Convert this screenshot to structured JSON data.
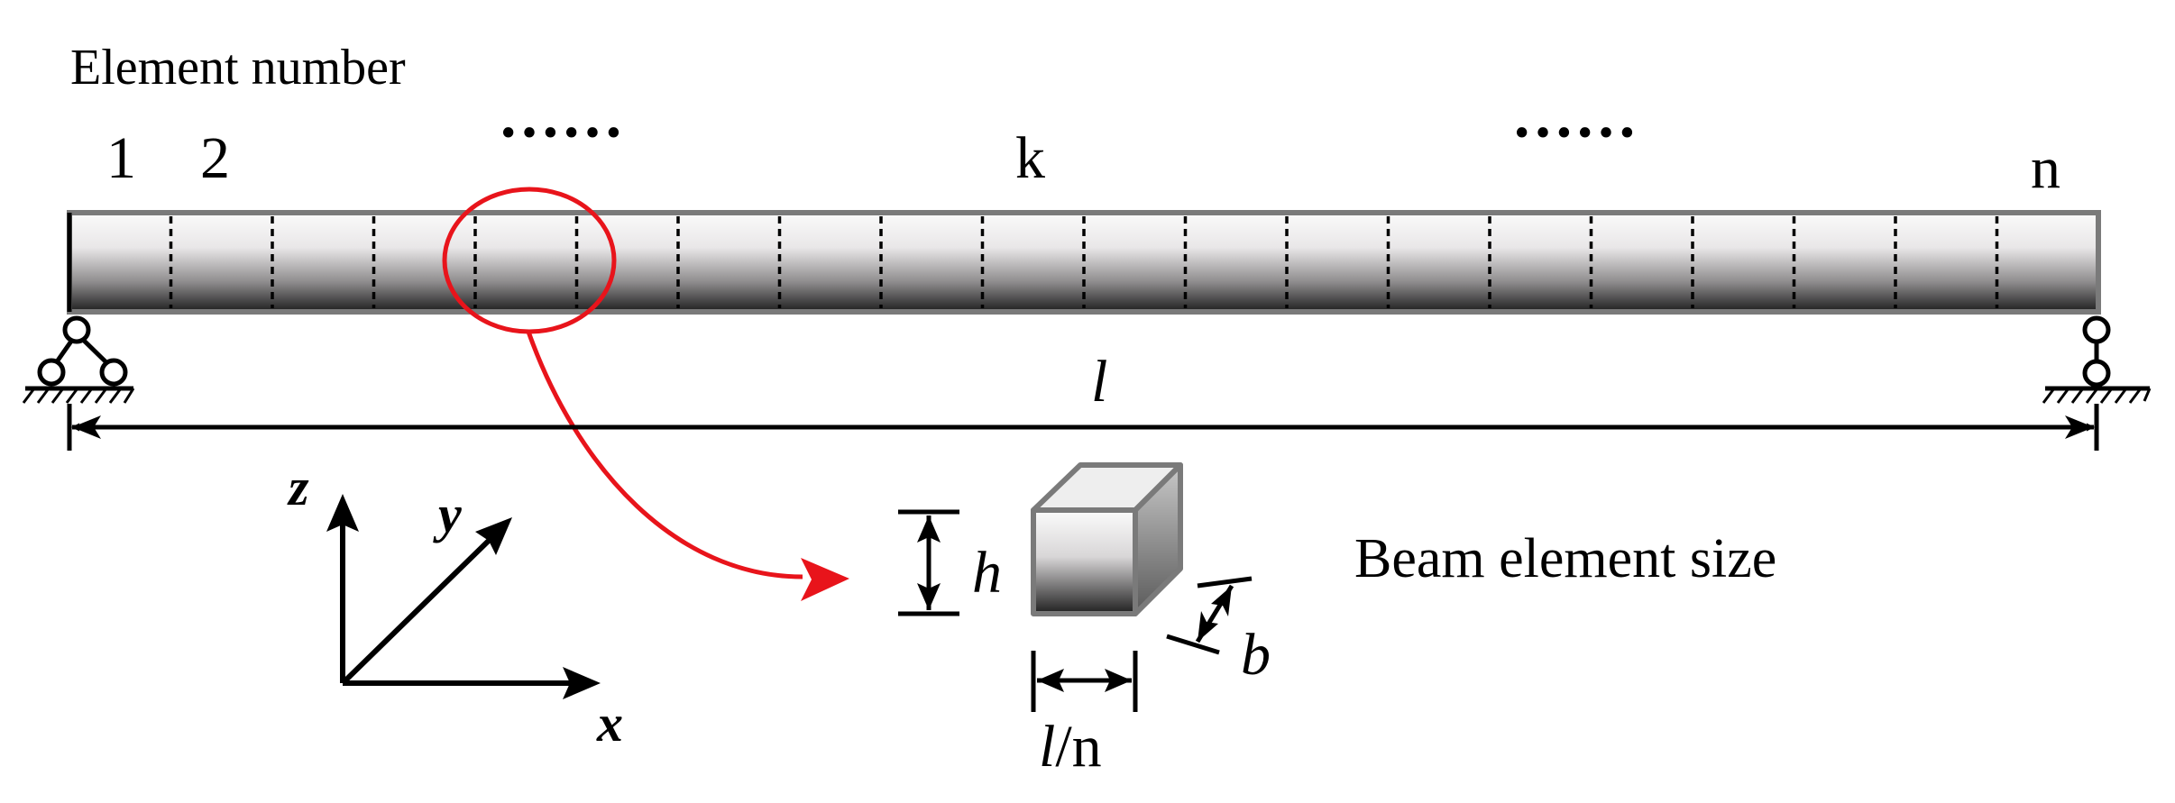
{
  "labels": {
    "element_number": "Element number",
    "elem_first": "1",
    "elem_second": "2",
    "elem_middle": "k",
    "elem_last": "n",
    "dots_left": "······",
    "dots_right": "······",
    "beam_length": "l",
    "axis_z": "z",
    "axis_y": "y",
    "axis_x": "x",
    "height": "h",
    "breadth": "b",
    "element_length_l": "l",
    "element_length_n": "/n",
    "beam_element_size": "Beam element size"
  },
  "beam": {
    "element_count": 20
  },
  "colors": {
    "highlight": "#e8141b",
    "outline": "#7a7a7a",
    "gradient_light": "#f4f2f3",
    "gradient_dark": "#222222",
    "ink": "#000000"
  }
}
